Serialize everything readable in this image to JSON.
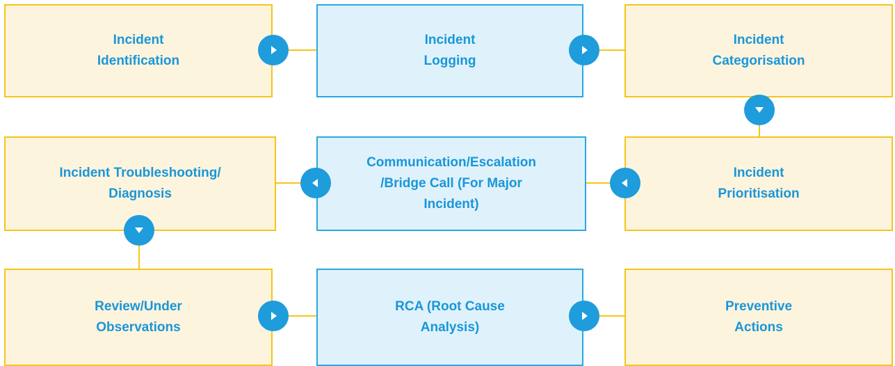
{
  "steps": {
    "identification": "Incident\nIdentification",
    "logging": "Incident\nLogging",
    "categorisation": "Incident\nCategorisation",
    "troubleshooting": "Incident Troubleshooting/\nDiagnosis",
    "communication": "Communication/Escalation\n/Bridge Call (For Major\nIncident)",
    "prioritisation": "Incident\nPrioritisation",
    "review": "Review/Under\nObservations",
    "rca": "RCA (Root Cause\nAnalysis)",
    "preventive": "Preventive\nActions"
  },
  "colors": {
    "process_fill": "#fdf4de",
    "process_border": "#f5c518",
    "key_fill": "#dff2fb",
    "key_border": "#27a9e1",
    "text": "#1a96d8",
    "arrow": "#1e9cdc"
  }
}
